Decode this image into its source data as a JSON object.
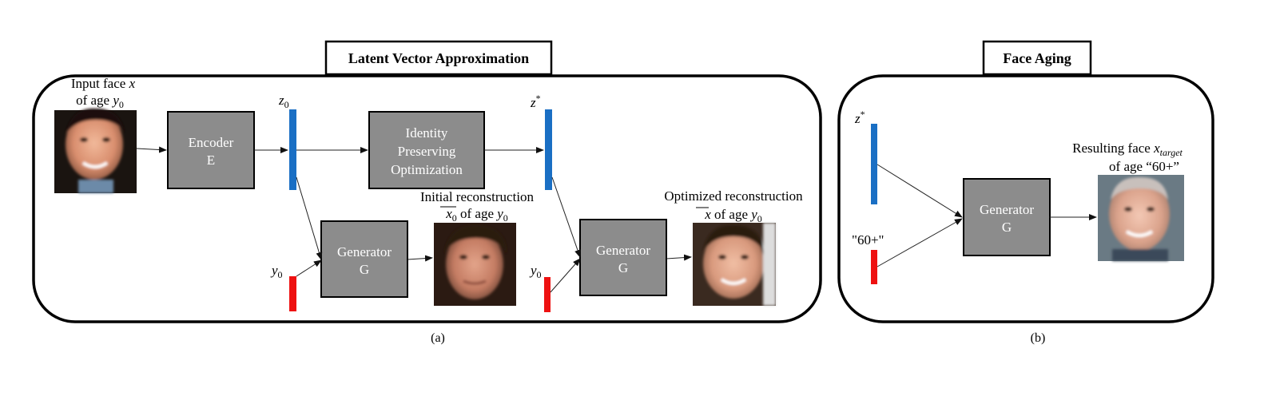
{
  "panel_a": {
    "title": "Latent Vector Approximation",
    "caption": "(a)",
    "input_face": {
      "line1": "Input face ",
      "var": "x",
      "line2": "of age ",
      "age_var": "y",
      "age_sub": "0"
    },
    "encoder": {
      "line1": "Encoder",
      "line2": "E"
    },
    "z0": {
      "var": "z",
      "sub": "0"
    },
    "ipo": {
      "line1": "Identity",
      "line2": "Preserving",
      "line3": "Optimization"
    },
    "zstar": {
      "var": "z",
      "sup": "*"
    },
    "generator1": {
      "line1": "Generator",
      "line2": "G"
    },
    "y0_1": {
      "var": "y",
      "sub": "0"
    },
    "initial_recon": {
      "line1": "Initial reconstruction",
      "var": "x",
      "sub": "0",
      "line2": " of age ",
      "age_var": "y",
      "age_sub": "0"
    },
    "generator2": {
      "line1": "Generator",
      "line2": "G"
    },
    "y0_2": {
      "var": "y",
      "sub": "0"
    },
    "optimized_recon": {
      "line1": "Optimized reconstruction",
      "var": "x",
      "line2": " of age ",
      "age_var": "y",
      "age_sub": "0"
    }
  },
  "panel_b": {
    "title": "Face Aging",
    "caption": "(b)",
    "zstar": {
      "var": "z",
      "sup": "*"
    },
    "age_label": "\"60+\"",
    "generator": {
      "line1": "Generator",
      "line2": "G"
    },
    "result": {
      "line1": "Resulting face ",
      "var": "x",
      "sub": "target",
      "line2": "of age “60+”"
    }
  },
  "colors": {
    "latent_bar": "#1a6fc4",
    "age_bar": "#ee1111",
    "process_box": "#8c8c8c"
  }
}
